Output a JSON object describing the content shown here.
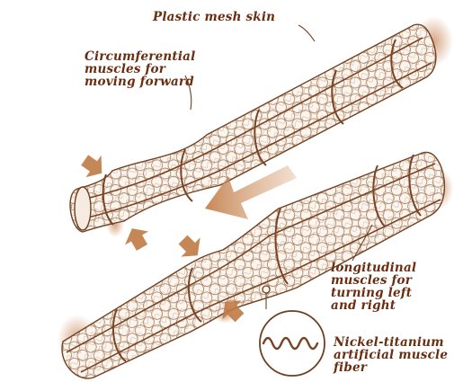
{
  "labels": {
    "mesh_skin": "Plastic mesh skin",
    "circumferential": [
      "Circumferential",
      "muscles for",
      "moving forward"
    ],
    "longitudinal": [
      "longitudinal",
      "muscles for",
      "turning left",
      "and right"
    ],
    "nickel_titanium": [
      "Nickel-titanium",
      "artificial muscle",
      "fiber"
    ]
  },
  "colors": {
    "outline": "#6e3f21",
    "mesh": "#8a5632",
    "mesh_light": "#b07a52",
    "band": "#7a4424",
    "arrow": "#c07a44",
    "smudge": "#c8875a",
    "label_text": "#6a2d10",
    "leader": "#6e3f21"
  },
  "icons": {
    "push_arrow": "arrow-icon",
    "motion_arrow": "wide-arrow-icon",
    "fiber_loop": "sine-wave-icon"
  }
}
